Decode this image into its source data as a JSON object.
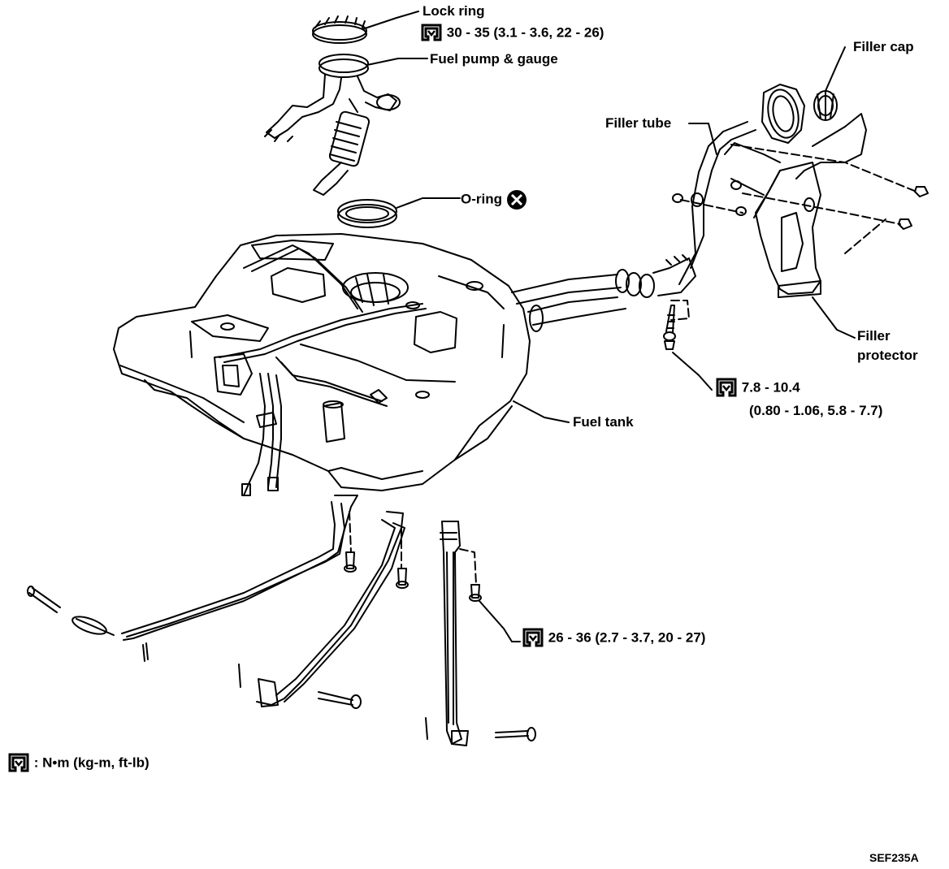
{
  "labels": {
    "lock_ring": "Lock ring",
    "lock_ring_torque": "30 - 35 (3.1 - 3.6, 22 - 26)",
    "fuel_pump": "Fuel pump & gauge",
    "o_ring": "O-ring",
    "filler_cap": "Filler cap",
    "filler_tube": "Filler tube",
    "filler_protector_1": "Filler",
    "filler_protector_2": "protector",
    "filler_torque_1": "7.8 - 10.4",
    "filler_torque_2": "(0.80 - 1.06, 5.8 - 7.7)",
    "fuel_tank": "Fuel tank",
    "strap_torque": "26 - 36 (2.7 - 3.7, 20 - 27)",
    "legend": ": N•m (kg-m, ft-lb)",
    "figure_code": "SEF235A"
  },
  "icons": {
    "torque": "torque-wrench-icon",
    "replace": "do-not-reuse-icon"
  }
}
